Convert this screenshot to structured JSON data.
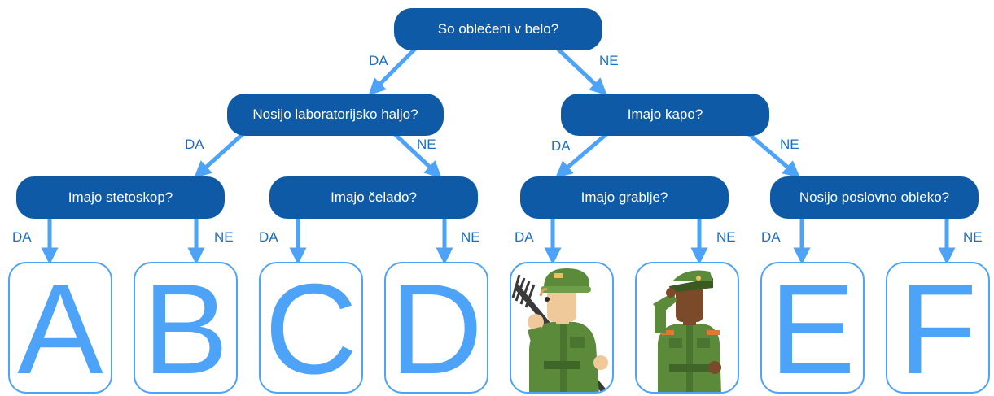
{
  "colors": {
    "node": "#0f5aa6",
    "arrow": "#4da3f7",
    "label": "#1a6fc4",
    "card_border": "#4da3f7"
  },
  "nodes": {
    "root": "So oblečeni v belo?",
    "left": "Nosijo laboratorijsko haljo?",
    "right": "Imajo kapo?",
    "ll": "Imajo stetoskop?",
    "lr": "Imajo čelado?",
    "rl": "Imajo grablje?",
    "rr": "Nosijo poslovno obleko?"
  },
  "edge_labels": {
    "yes": "DA",
    "no": "NE"
  },
  "leaves": [
    {
      "letter": "A"
    },
    {
      "letter": "B"
    },
    {
      "letter": "C"
    },
    {
      "letter": "D"
    },
    {
      "icon": "soldier-with-rake-icon"
    },
    {
      "icon": "saluting-soldier-icon"
    },
    {
      "letter": "E"
    },
    {
      "letter": "F"
    }
  ]
}
